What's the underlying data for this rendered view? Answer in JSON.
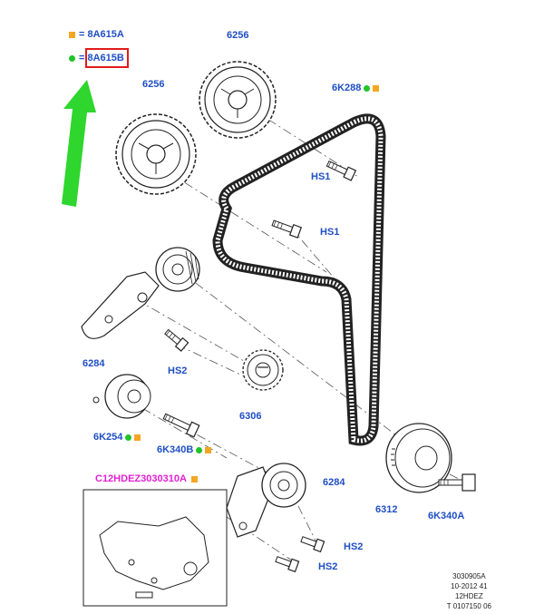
{
  "colors": {
    "label_blue": "#1f4fc4",
    "label_magenta": "#e31fd3",
    "marker_orange": "#f5a623",
    "marker_green": "#22c32a",
    "highlight_red": "#e01b1b",
    "arrow_green": "#2ed62e"
  },
  "legend": [
    {
      "symbol": "orange-square",
      "text": "= 8A615A"
    },
    {
      "symbol": "green-dot",
      "text": "= 8A615B"
    }
  ],
  "labels": {
    "sprocket_top": "6256",
    "sprocket_left": "6256",
    "belt": "6K288",
    "bolt_hs1_upper": "HS1",
    "bolt_hs1_lower": "HS1",
    "tensioner_upper": "6284",
    "bolt_hs2_upper": "HS2",
    "crank_sprocket": "6306",
    "idler_upper": "6K254",
    "bolt_6k340b": "6K340B",
    "kit_code": "C12HDEZ3030310A",
    "tensioner_lower": "6284",
    "pulley": "6312",
    "bolt_6k340a": "6K340A",
    "bolt_hs2_mid": "HS2",
    "bolt_hs2_low": "HS2"
  },
  "reference": [
    "3030905A",
    "10-2012 41",
    "12HDEZ",
    "T 0107150 06"
  ]
}
